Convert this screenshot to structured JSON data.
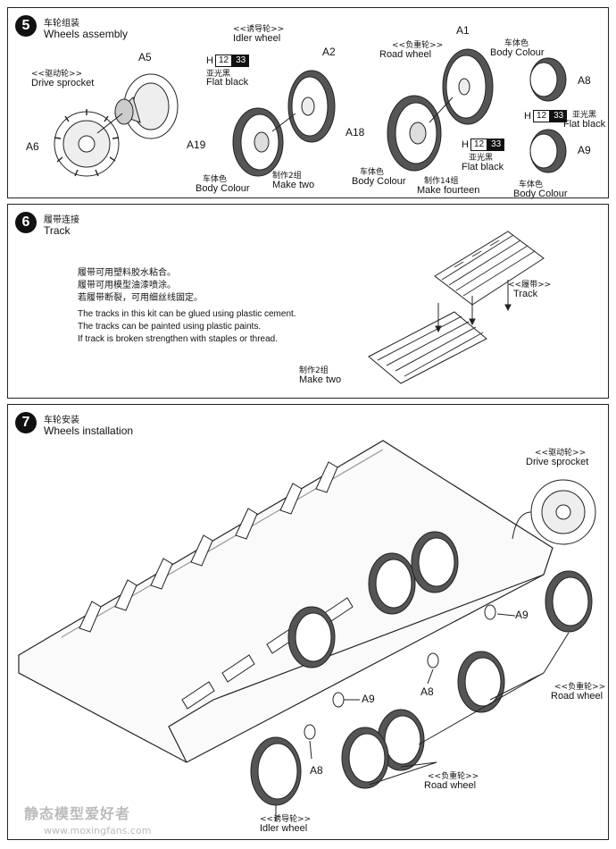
{
  "step5": {
    "number": "5",
    "title_cn": "车轮组装",
    "title_en": "Wheels assembly",
    "drive_sprocket_cn": "<<驱动轮>>",
    "drive_sprocket_en": "Drive sprocket",
    "idler_cn": "<<诱导轮>>",
    "idler_en": "Idler wheel",
    "road_cn": "<<负重轮>>",
    "road_en": "Road wheel",
    "part_a5": "A5",
    "part_a6": "A6",
    "part_a2": "A2",
    "part_a19": "A19",
    "part_a1": "A1",
    "part_a18": "A18",
    "part_a8": "A8",
    "part_a9": "A9",
    "paint_h": "H",
    "paint_12": "12",
    "paint_33": "33",
    "flat_black_cn": "亚光黑",
    "flat_black_en": "Flat black",
    "body_colour_cn": "车体色",
    "body_colour_en": "Body Colour",
    "make_two_cn": "制作2组",
    "make_two_en": "Make two",
    "make_fourteen_cn": "制作14组",
    "make_fourteen_en": "Make fourteen"
  },
  "step6": {
    "number": "6",
    "title_cn": "履带连接",
    "title_en": "Track",
    "instructions_cn": [
      "履带可用塑料胶水粘合。",
      "履带可用模型油漆喷涂。",
      "若履带断裂，可用细丝线固定。"
    ],
    "instructions_en": [
      "The tracks in this kit can be glued using plastic cement.",
      "The tracks can be painted using plastic paints.",
      "If track is broken strengthen with staples or thread."
    ],
    "track_cn": "<<履带>>",
    "track_en": "Track",
    "make_two_cn": "制作2组",
    "make_two_en": "Make two"
  },
  "step7": {
    "number": "7",
    "title_cn": "车轮安装",
    "title_en": "Wheels installation",
    "drive_sprocket_cn": "<<驱动轮>>",
    "drive_sprocket_en": "Drive sprocket",
    "road_cn": "<<负重轮>>",
    "road_en": "Road wheel",
    "idler_cn": "<<诱导轮>>",
    "idler_en": "Idler wheel",
    "part_a9": "A9",
    "part_a8": "A8"
  },
  "watermark": {
    "text": "静态模型爱好者",
    "url": "www.moxingfans.com"
  },
  "colors": {
    "ink": "#111111",
    "paper": "#ffffff",
    "line": "#222222"
  }
}
